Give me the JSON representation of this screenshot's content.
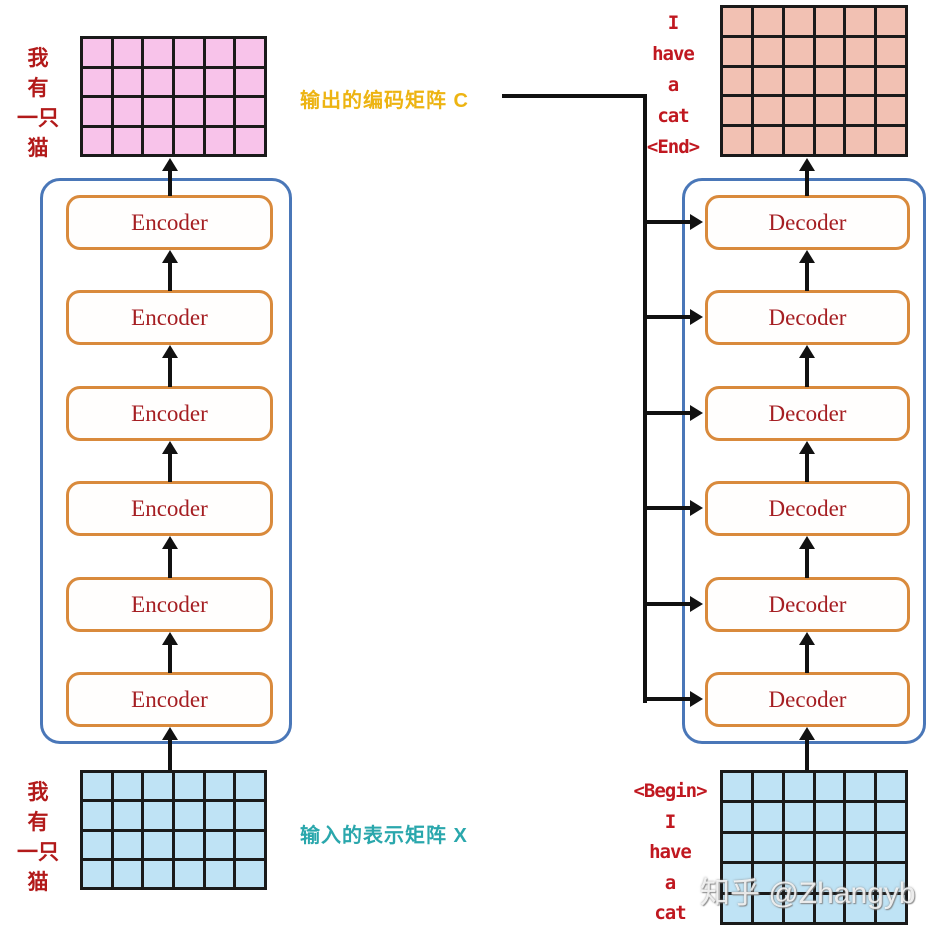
{
  "captions": {
    "output_matrix": "输出的编码矩阵 C",
    "input_matrix": "输入的表示矩阵 X"
  },
  "stacks": {
    "encoder": {
      "label": "Encoder",
      "count": 6
    },
    "decoder": {
      "label": "Decoder",
      "count": 6
    }
  },
  "tokens": {
    "top_left": [
      "我",
      "有",
      "一只",
      "猫"
    ],
    "bottom_left": [
      "我",
      "有",
      "一只",
      "猫"
    ],
    "top_right": [
      "I",
      "have",
      "a",
      "cat",
      "<End>"
    ],
    "bottom_right": [
      "<Begin>",
      "I",
      "have",
      "a",
      "cat"
    ]
  },
  "matrices": {
    "output_c": {
      "rows": 4,
      "cols": 6,
      "fill": "#f8c3ea"
    },
    "decoder_output": {
      "rows": 5,
      "cols": 6,
      "fill": "#f2c1b3"
    },
    "input_x": {
      "rows": 4,
      "cols": 6,
      "fill": "#bfe3f5"
    },
    "decoder_input": {
      "rows": 5,
      "cols": 6,
      "fill": "#bfe3f5"
    }
  },
  "watermark": "知乎 @Zhangyb",
  "colors": {
    "block_border": "#d98a3c",
    "block_text": "#a51e22",
    "frame_border": "#4a77b8",
    "token_red": "#c01820",
    "caption_gold": "#edb412",
    "caption_teal": "#2aa7ac",
    "grid_line": "#1a1a1a",
    "arrow": "#111111"
  }
}
